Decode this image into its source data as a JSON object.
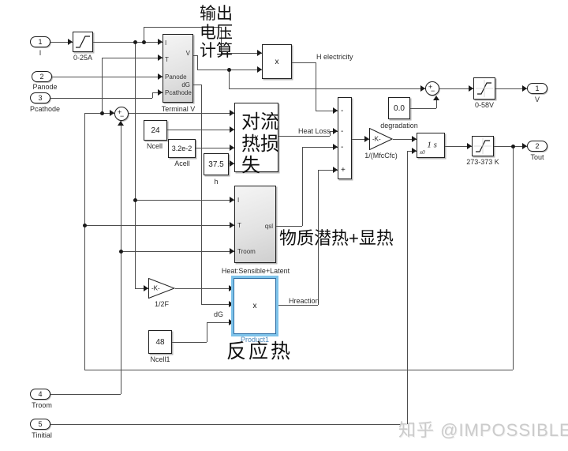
{
  "inports": [
    {
      "num": "1",
      "label": "I"
    },
    {
      "num": "2",
      "label": "Panode"
    },
    {
      "num": "3",
      "label": "Pcathode"
    },
    {
      "num": "4",
      "label": "Troom"
    },
    {
      "num": "5",
      "label": "Tinitial"
    }
  ],
  "outports": [
    {
      "num": "1",
      "label": "V"
    },
    {
      "num": "2",
      "label": "Tout"
    }
  ],
  "blocks": {
    "sat_in": {
      "label": "0-25A"
    },
    "terminal": {
      "label": "Terminal V",
      "in": [
        "I",
        "T",
        "Panode",
        "Pcathode"
      ],
      "out": [
        "V",
        "dG"
      ]
    },
    "ncell": {
      "value": "24",
      "label": "Ncell"
    },
    "acell": {
      "value": "3.2e-2",
      "label": "Acell"
    },
    "hconv": {
      "value": "37.5",
      "label": "h"
    },
    "conv": {
      "op": "x"
    },
    "heat": {
      "label": "Heat:Sensible+Latent",
      "in": [
        "I",
        "T",
        "Troom"
      ],
      "out": [
        "qsl"
      ]
    },
    "prod_he": {
      "op": "x"
    },
    "product1": {
      "op": "x",
      "label": "Product1"
    },
    "ncell1": {
      "value": "48",
      "label": "Ncell1"
    },
    "gain_f": {
      "value": "-K-",
      "label": "1/2F"
    },
    "gain_mfc": {
      "value": "-K-",
      "label": "1/(MfcCfc)"
    },
    "deg": {
      "value": "0.0",
      "label": "degradation"
    },
    "sum_t": {
      "signs": [
        "-",
        "-",
        "-",
        "+"
      ]
    },
    "sum_v": {
      "plus": "+",
      "minus": "−"
    },
    "sum_dt": {
      "plus": "+",
      "minus": "−"
    },
    "integrator": {
      "num": "1",
      "den": "s",
      "x0": "x0"
    },
    "sat_v": {
      "label": "0-58V"
    },
    "sat_t": {
      "label": "273-373 K"
    }
  },
  "signals": {
    "h_electricity": "H electricity",
    "heat_loss": "Heat Loss",
    "hreaction": "Hreaction",
    "dg": "dG"
  },
  "annotations": {
    "outv1": "输出",
    "outv2": "电压",
    "outv3": "计算",
    "conv1": "对流",
    "conv2": "热损",
    "conv3": "失",
    "latent": "物质潜热+显热",
    "reaction": "反应热"
  },
  "watermark": "知乎 @IMPOSSIBLE",
  "accent_colors": {
    "selection": "#7ec3ea",
    "selection_label": "#4a86b8",
    "wire": "#4d4d4d"
  }
}
